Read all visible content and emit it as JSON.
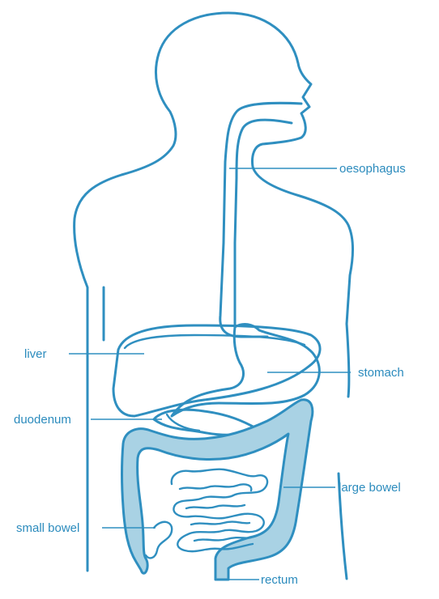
{
  "colors": {
    "outline": "#2f8fc0",
    "bowel_fill": "#a9d2e4",
    "label_text": "#2b8bbd"
  },
  "labels": {
    "oesophagus": "oesophagus",
    "liver": "liver",
    "stomach": "stomach",
    "duodenum": "duodenum",
    "large_bowel": "large bowel",
    "small_bowel": "small bowel",
    "rectum": "rectum"
  }
}
